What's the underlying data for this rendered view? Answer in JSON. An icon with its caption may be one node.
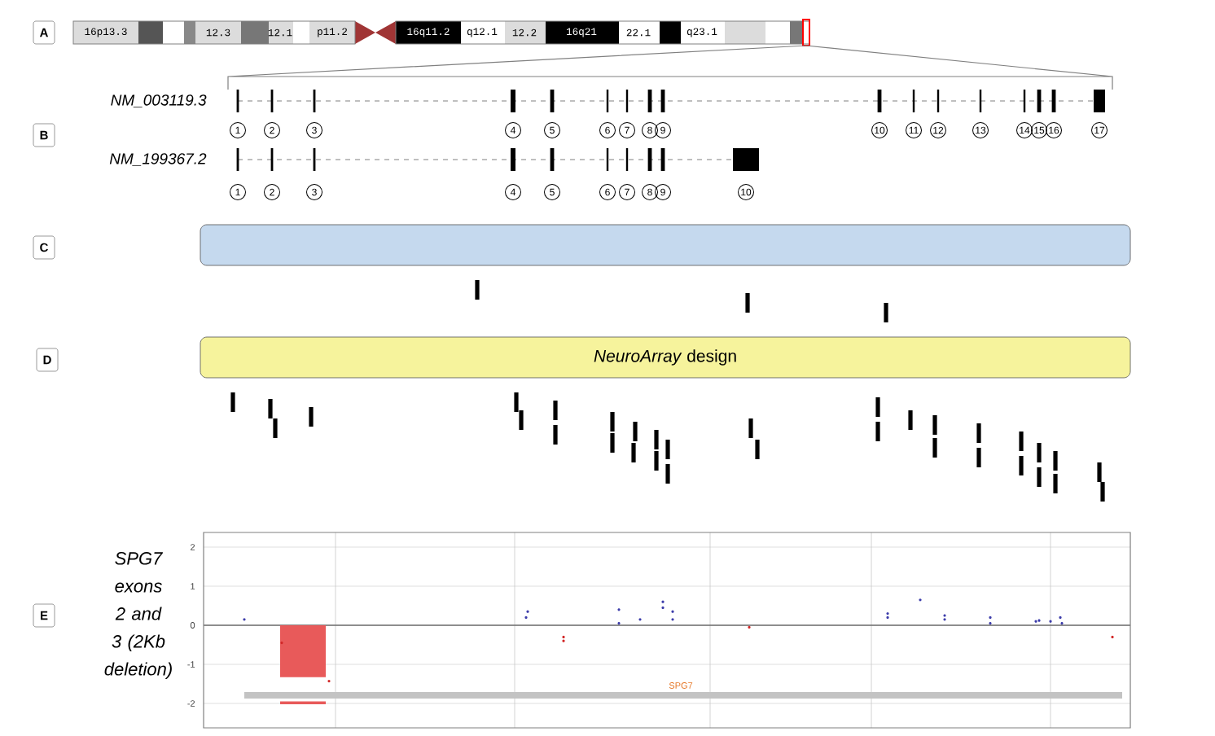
{
  "diagram": {
    "nodes": [
      {
        "text": [
          "A"
        ]
      },
      {
        "text": [
          "B"
        ]
      },
      {
        "text": [
          "1"
        ]
      },
      {
        "text": [
          "2"
        ]
      },
      {
        "text": [
          "3"
        ]
      },
      {
        "text": [
          "4"
        ]
      },
      {
        "text": [
          "5"
        ]
      },
      {
        "text": [
          "6"
        ]
      },
      {
        "text": [
          "7"
        ]
      },
      {
        "text": [
          "8"
        ]
      },
      {
        "text": [
          "9"
        ]
      },
      {
        "text": [
          "10"
        ]
      },
      {
        "text": [
          "11"
        ]
      },
      {
        "text": [
          "12"
        ]
      },
      {
        "text": [
          "13"
        ]
      },
      {
        "text": [
          "14"
        ]
      },
      {
        "text": [
          "15"
        ]
      },
      {
        "text": [
          "16"
        ]
      },
      {
        "text": [
          "17"
        ]
      },
      {
        "text": [
          "1"
        ]
      },
      {
        "text": [
          "2"
        ]
      },
      {
        "text": [
          "3"
        ]
      },
      {
        "text": [
          "4"
        ]
      },
      {
        "text": [
          "5"
        ]
      },
      {
        "text": [
          "6"
        ]
      },
      {
        "text": [
          "7"
        ]
      },
      {
        "text": [
          "8"
        ]
      },
      {
        "text": [
          "9"
        ]
      },
      {
        "text": [
          "10"
        ]
      },
      {
        "text": [
          "C"
        ]
      },
      {
        "text": [],
        "shape": "bar"
      },
      {
        "text": [
          "D"
        ]
      },
      {
        "text": [
          "*NeuroArray* design"
        ]
      },
      {
        "text": [
          "E"
        ]
      }
    ],
    "labels": [
      "16p13.3",
      "12.3",
      "12.1",
      "p11.2",
      "16q11.2",
      "q12.1",
      "12.2",
      "16q21",
      "22.1",
      "q23.1",
      "NM_003119.3",
      "NM_199367.2",
      "SPG7 exons 2 and 3 (2Kb deletion)",
      "2",
      "1",
      "0",
      "-1",
      "-2",
      "SPG7"
    ]
  }
}
